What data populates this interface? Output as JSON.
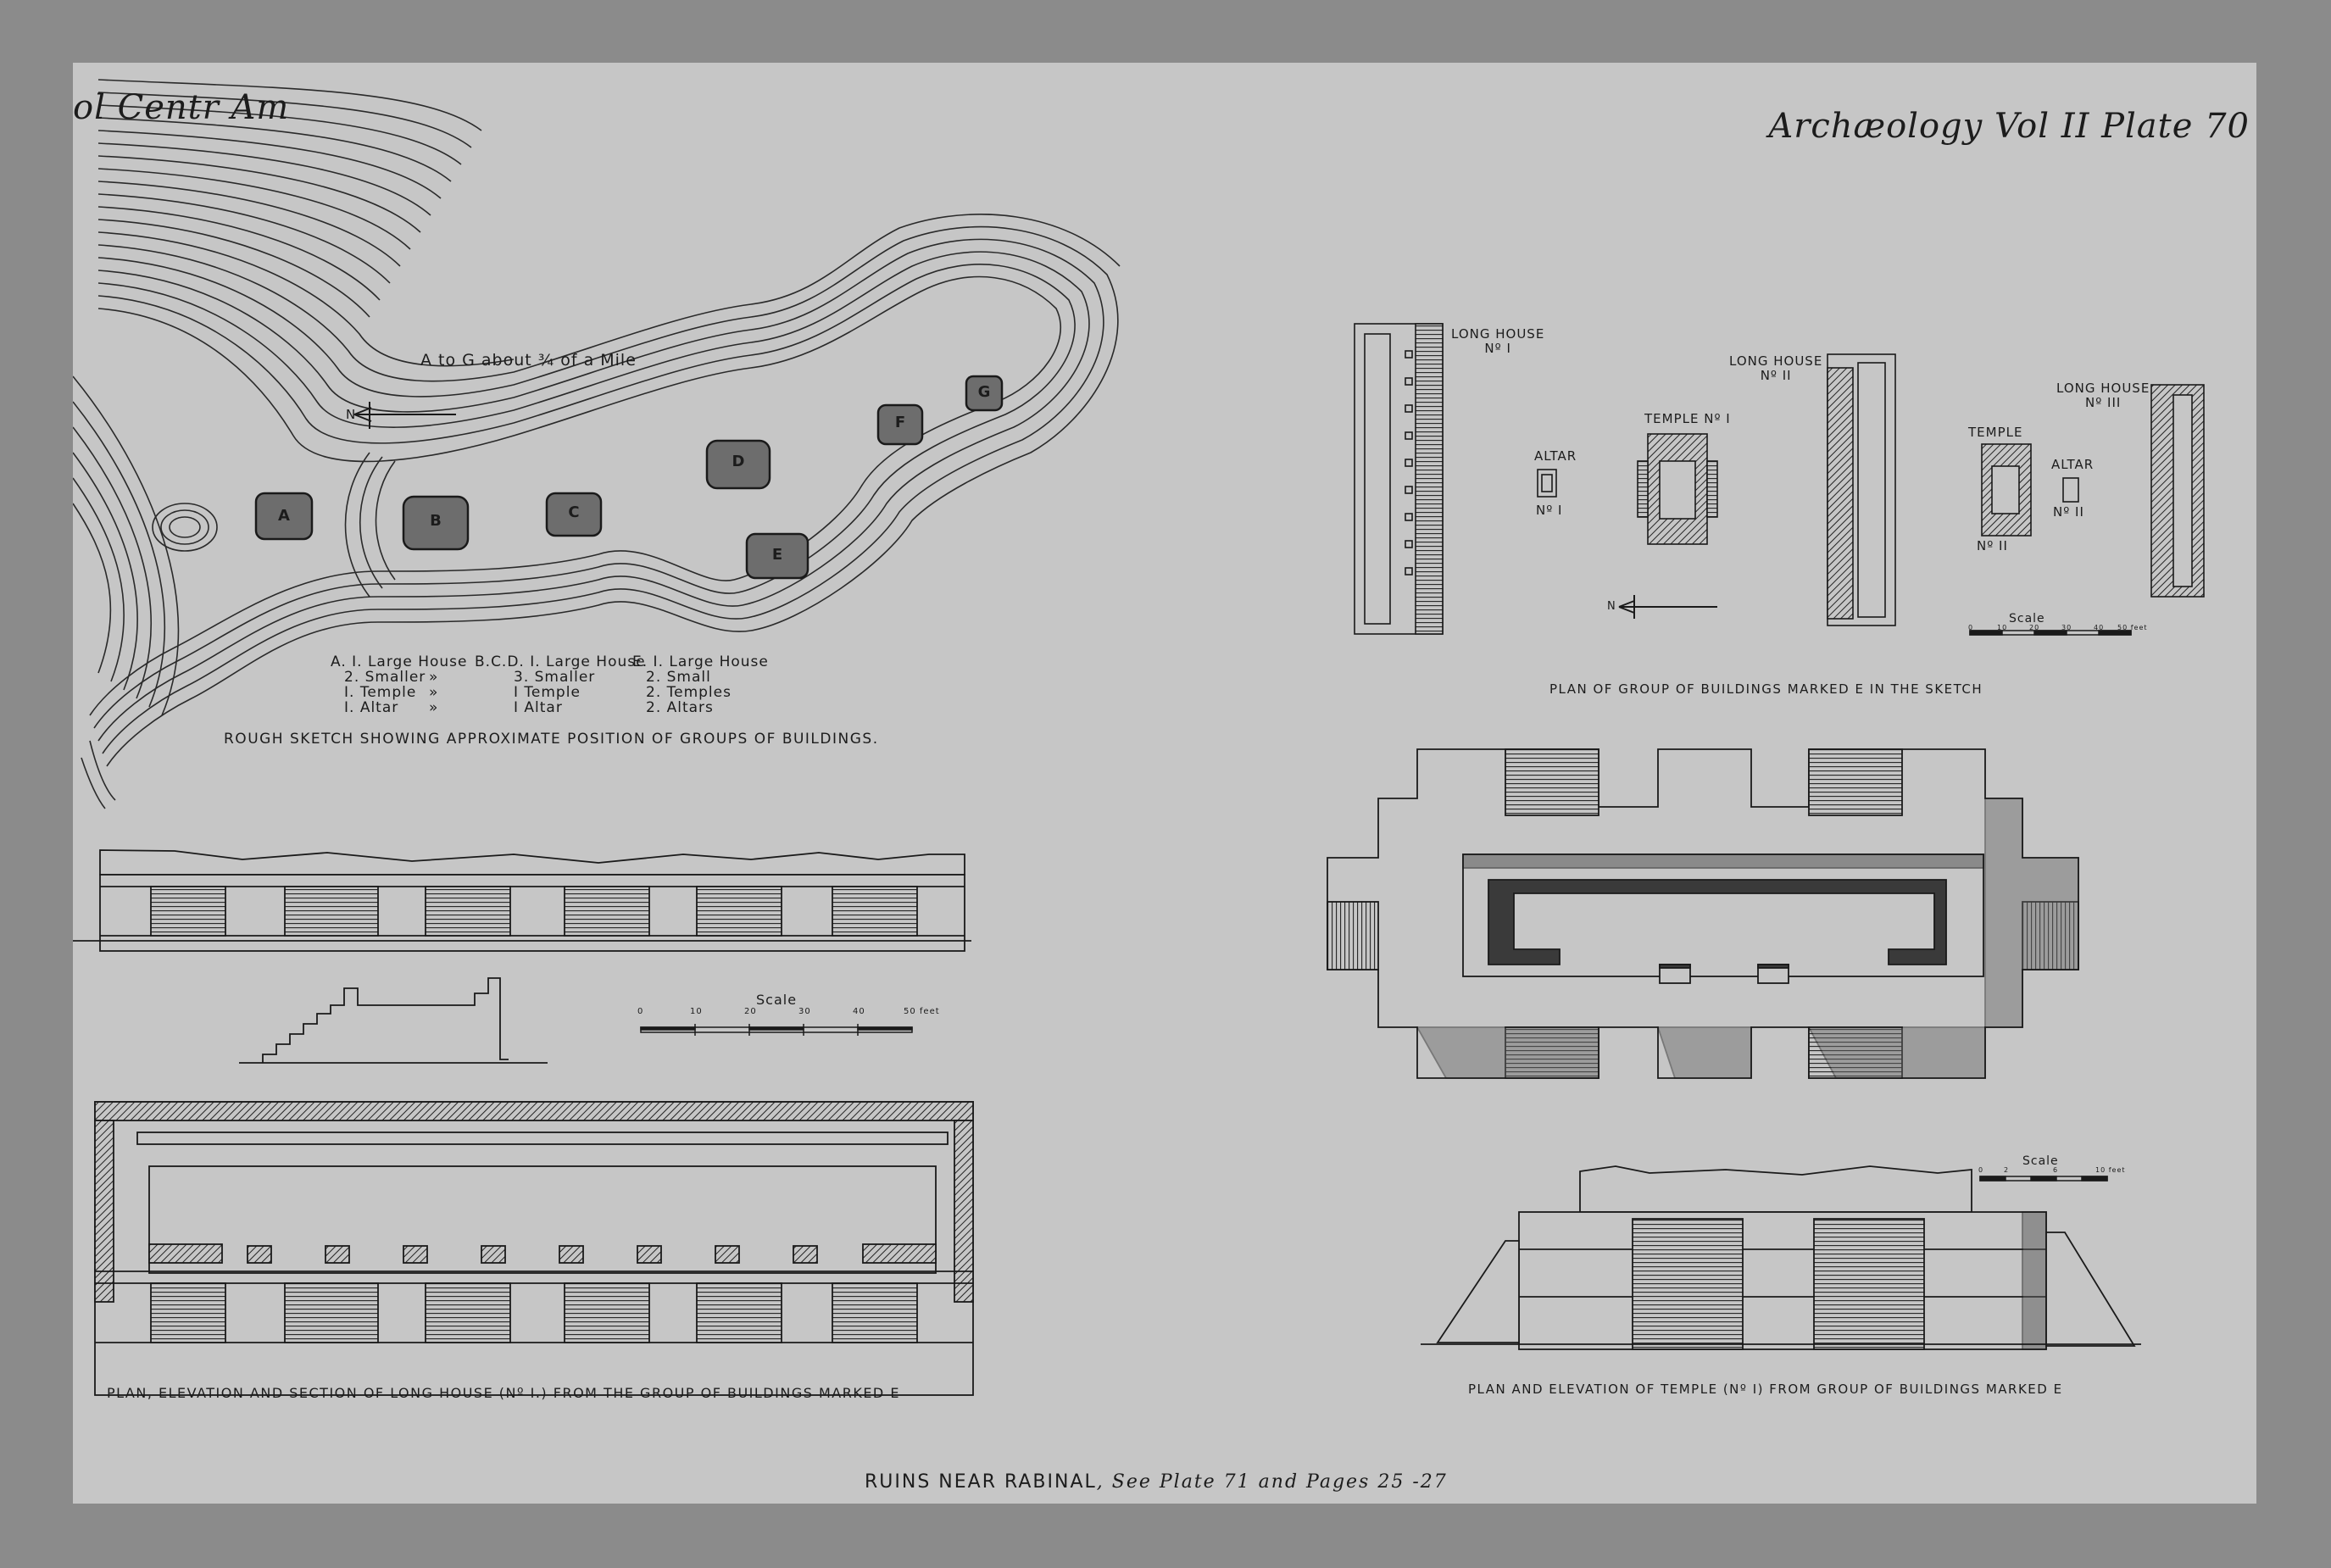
{
  "header": {
    "left": "ol Centr Am",
    "right": "Archæology Vol II Plate 70"
  },
  "sketch": {
    "distance_note": "A to G about ¾ of a Mile",
    "north": "N",
    "group_letters": [
      "A",
      "B",
      "C",
      "D",
      "E",
      "F",
      "G"
    ],
    "legend": [
      [
        "A. I. Large House",
        "2. Smaller",
        "I. Temple",
        "I. Altar"
      ],
      [
        "B.C.D. I. Large House",
        "3. Smaller",
        "I Temple",
        "I Altar"
      ],
      [
        "E. I. Large House",
        "2. Small",
        "2. Temples",
        "2. Altars"
      ]
    ],
    "ditto": [
      "»",
      "»",
      "»"
    ],
    "caption": "ROUGH SKETCH SHOWING APPROXIMATE POSITION OF GROUPS OF BUILDINGS."
  },
  "group_plan": {
    "long_house_1": [
      "LONG HOUSE",
      "Nº I"
    ],
    "long_house_2": [
      "LONG HOUSE",
      "Nº II"
    ],
    "long_house_3": [
      "LONG HOUSE",
      "Nº III"
    ],
    "altar_1": [
      "ALTAR",
      "Nº I"
    ],
    "temple_1": "TEMPLE Nº I",
    "temple_2_top": "TEMPLE",
    "temple_2_bottom": "Nº II",
    "altar_2": [
      "ALTAR",
      "Nº II"
    ],
    "north": "N",
    "scale_label": "Scale",
    "scale_ticks": [
      "0",
      "10",
      "20",
      "30",
      "40",
      "50 feet"
    ],
    "caption": "PLAN OF GROUP OF BUILDINGS MARKED E IN THE SKETCH"
  },
  "long_house": {
    "scale_label": "Scale",
    "scale_ticks": [
      "0",
      "10",
      "20",
      "30",
      "40",
      "50 feet"
    ],
    "caption": "PLAN, ELEVATION AND SECTION OF LONG HOUSE (Nº I.) FROM THE GROUP OF BUILDINGS MARKED E"
  },
  "temple": {
    "scale_label": "Scale",
    "scale_ticks": [
      "0",
      "2",
      "6",
      "10 feet"
    ],
    "caption": "PLAN AND ELEVATION OF TEMPLE (Nº I) FROM GROUP OF BUILDINGS MARKED E"
  },
  "footer": {
    "title": "RUINS NEAR RABINAL",
    "note": ", See Plate 71 and Pages 25 -27"
  }
}
